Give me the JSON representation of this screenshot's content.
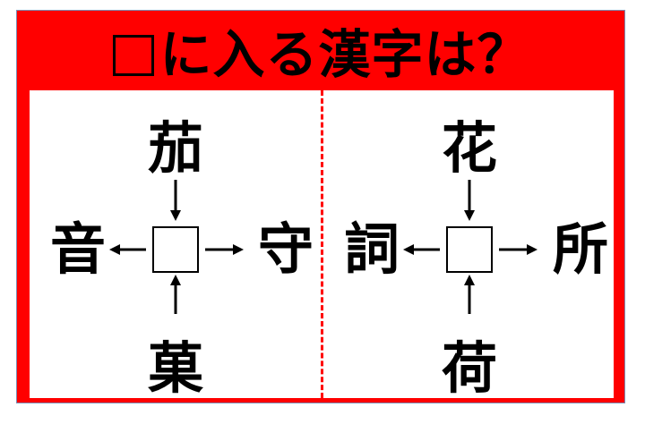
{
  "title": {
    "text": "に入る漢字は？"
  },
  "puzzles": [
    {
      "top": "茄",
      "left": "音",
      "right": "守",
      "bottom": "菓"
    },
    {
      "top": "花",
      "left": "詞",
      "right": "所",
      "bottom": "荷"
    }
  ],
  "colors": {
    "accent": "#ff0000"
  }
}
